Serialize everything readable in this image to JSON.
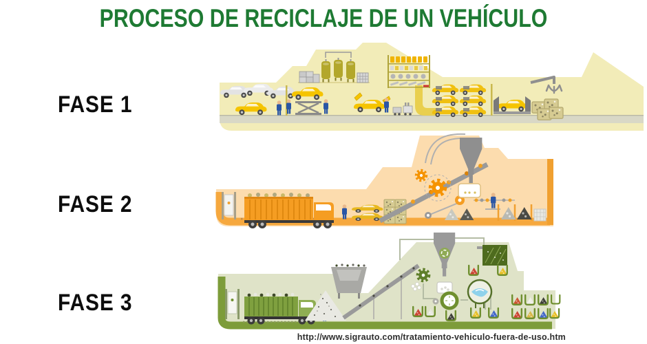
{
  "title": {
    "text": "PROCESO DE RECICLAJE DE UN VEHÍCULO",
    "color": "#1e7a33"
  },
  "source": {
    "url_text": "http://www.sigrauto.com/tratamiento-vehiculo-fuera-de-uso.htm"
  },
  "phases": [
    {
      "label": "FASE 1",
      "background_color": "#f2ecb8",
      "accent_color": "#f5c400",
      "floor_color": "#d9d8c6",
      "elements": [
        "end-of-life-cars-stack-icon",
        "reception-worker-icon",
        "car-on-scissor-lift-icon",
        "mechanic-workers-icon",
        "storage-crates-icon",
        "decontamination-tanks-icon",
        "grid-container-icon",
        "dismantling-car-icon",
        "parts-shelving-icon",
        "dismantled-cars-stack-icon",
        "car-press-icon",
        "claw-crane-icon",
        "crushed-car-bales-icon"
      ]
    },
    {
      "label": "FASE 2",
      "background_color": "#fcdcae",
      "accent_color": "#f59d22",
      "floor_color": "#f6a83e",
      "elements": [
        "entry-gate-icon",
        "weighbridge-icon",
        "scrap-truck-icon",
        "worker-icon",
        "crushed-cars-stack-icon",
        "scrap-bales-icon",
        "inclined-conveyor-icon",
        "shredder-gears-icon",
        "cyclone-separator-icon",
        "collection-box-icon",
        "sorting-worker-icon",
        "sorting-line-icon",
        "material-piles-icon",
        "output-bins-icon"
      ]
    },
    {
      "label": "FASE 3",
      "background_color": "#dfe3c8",
      "accent_color": "#74963a",
      "floor_color": "#7d9c3a",
      "elements": [
        "entry-gate-icon",
        "weighbridge-icon",
        "residue-truck-icon",
        "worker-icon",
        "residue-pile-icon",
        "feed-hopper-icon",
        "inclined-conveyor-icon",
        "shredder-gear-icon",
        "fluff-cluster-icon",
        "cyclone-separator-icon",
        "recycle-emblem-icon",
        "collection-box-icon",
        "screening-box-icon",
        "trommel-screen-icon",
        "flotation-tank-icon",
        "sorted-fraction-bins-icon",
        "connector-pipes-icon"
      ]
    }
  ],
  "colors": {
    "title_green": "#1e7a33",
    "label_black": "#0d0d0d",
    "url_gray": "#2e2e2e",
    "worker_blue": "#2a55a5",
    "machine_gray": "#8f8f8f",
    "car_yellow": "#f5c400",
    "truck_orange": "#f59d22",
    "truck_green": "#7fa03f",
    "water_blue": "#8fd2ec"
  }
}
